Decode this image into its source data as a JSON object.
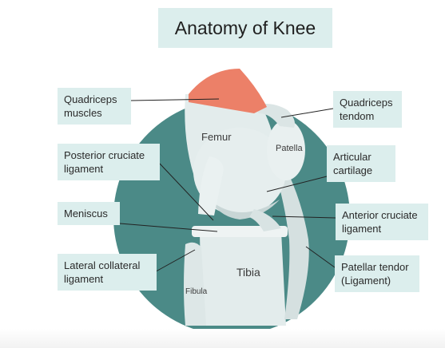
{
  "title": "Anatomy of Knee",
  "colors": {
    "background_disc": "#4b8a87",
    "bone": "#e3ecec",
    "bone_shadow": "#c8d6d6",
    "muscle": "#ec8068",
    "label_bg": "#dceeed",
    "leader_line": "#222222"
  },
  "labels": {
    "quadriceps_muscles": [
      "Quadriceps",
      "muscles"
    ],
    "posterior_cruciate_ligament": [
      "Posterior cruciate",
      "ligament"
    ],
    "meniscus": [
      "Meniscus"
    ],
    "lateral_collateral_ligament": [
      "Lateral collateral",
      "ligament"
    ],
    "quadriceps_tendon": [
      "Quadriceps",
      "tendom"
    ],
    "articular_cartilage": [
      "Articular",
      "cartilage"
    ],
    "anterior_cruciate_ligament": [
      "Anterior cruciate",
      "ligament"
    ],
    "patellar_tendon": [
      "Patellar tendor",
      "(Ligament)"
    ]
  },
  "parts": {
    "femur": "Femur",
    "patella": "Patella",
    "tibia": "Tibia",
    "fibula": "Fibula"
  }
}
